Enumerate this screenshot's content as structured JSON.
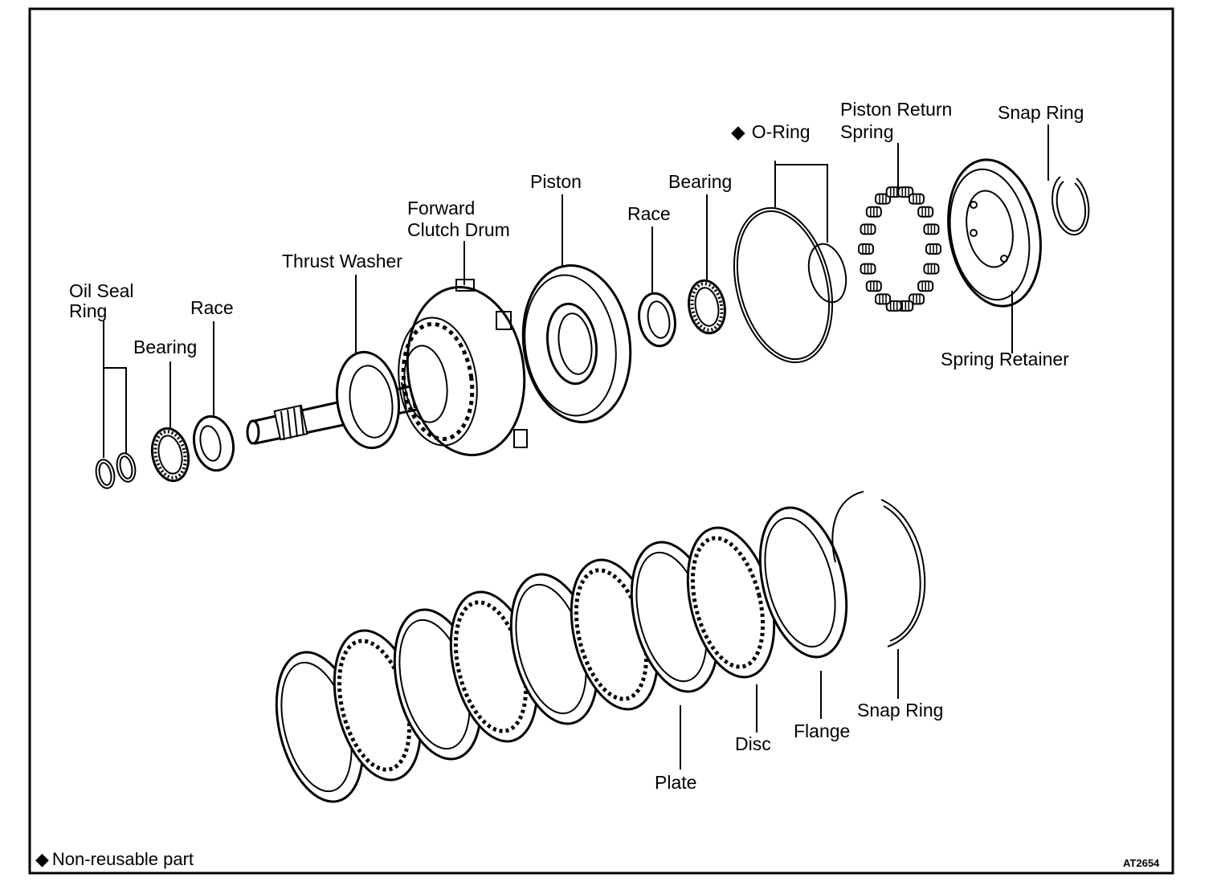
{
  "labels": {
    "oil_seal_ring_1": "Oil Seal",
    "oil_seal_ring_2": "Ring",
    "bearing_left": "Bearing",
    "race_left": "Race",
    "thrust_washer": "Thrust Washer",
    "forward_clutch_drum_1": "Forward",
    "forward_clutch_drum_2": "Clutch Drum",
    "piston": "Piston",
    "race_right": "Race",
    "bearing_right": "Bearing",
    "o_ring": "O-Ring",
    "piston_return_spring_1": "Piston Return",
    "piston_return_spring_2": "Spring",
    "snap_ring_top": "Snap Ring",
    "spring_retainer": "Spring Retainer",
    "snap_ring_bottom": "Snap Ring",
    "flange": "Flange",
    "disc": "Disc",
    "plate": "Plate"
  },
  "legend": {
    "symbol": "◆",
    "text": "Non-reusable part"
  },
  "figure_code": "AT2654"
}
